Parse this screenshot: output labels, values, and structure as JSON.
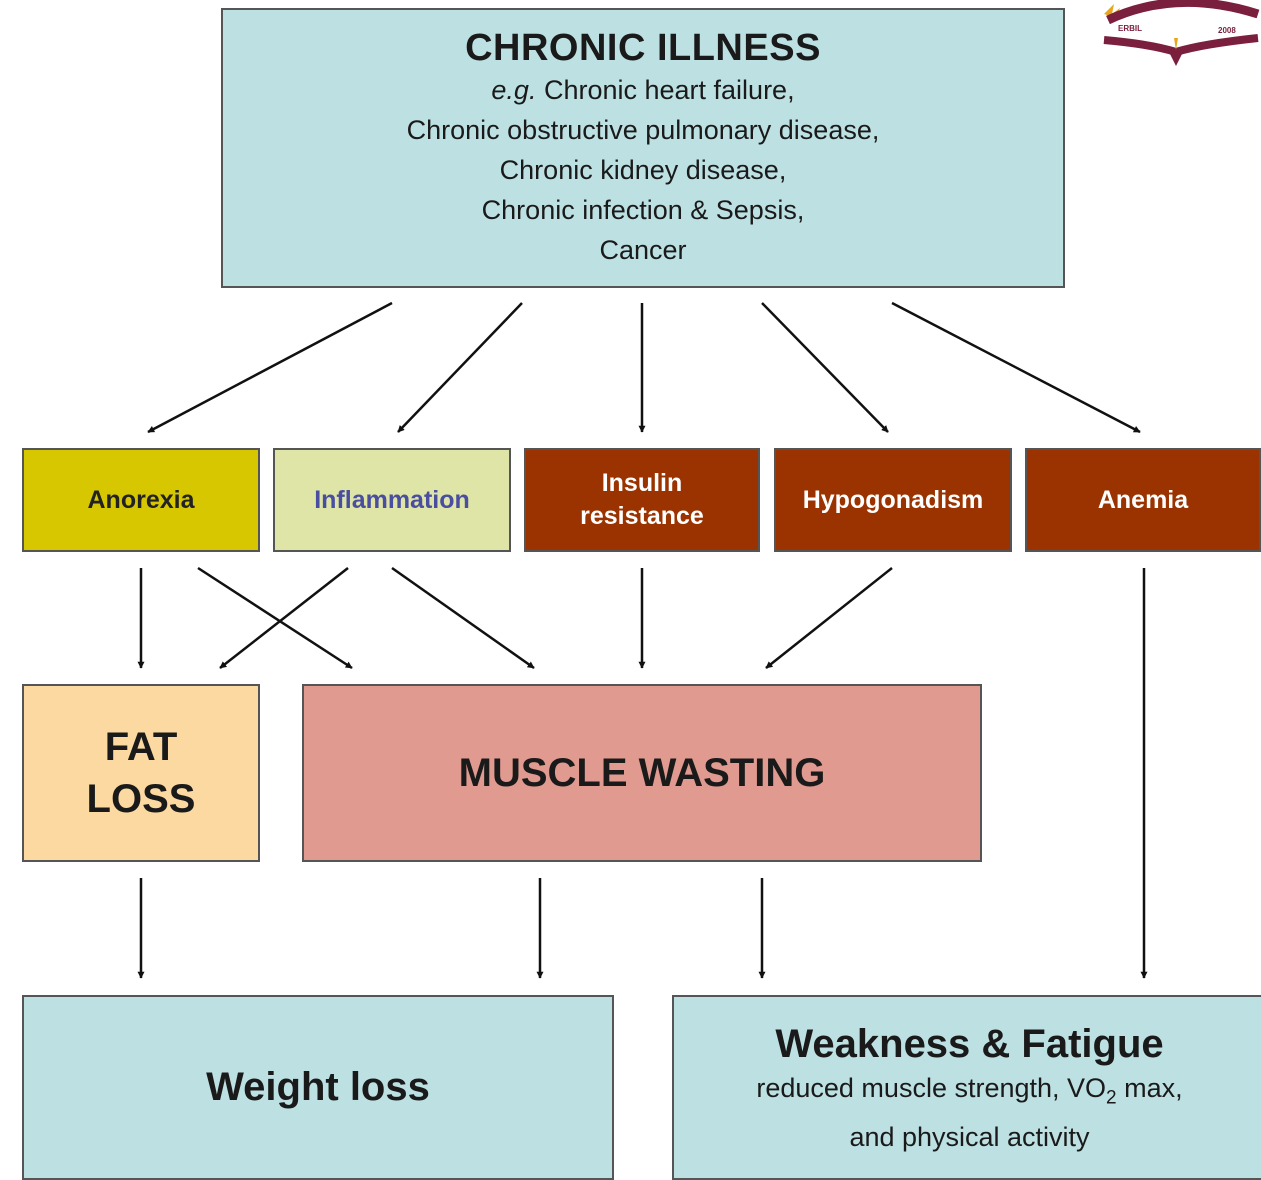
{
  "top": {
    "title": "CHRONIC ILLNESS",
    "eg_prefix": "e.g.",
    "line1_rest": " Chronic heart failure,",
    "line2": "Chronic obstructive pulmonary disease,",
    "line3": "Chronic kidney disease,",
    "line4": "Chronic infection & Sepsis,",
    "line5": "Cancer"
  },
  "mechanisms": {
    "anorexia": "Anorexia",
    "inflammation": "Inflammation",
    "insulin_line1": "Insulin",
    "insulin_line2": "resistance",
    "hypogonadism": "Hypogonadism",
    "anemia": "Anemia"
  },
  "outcomes": {
    "fat_line1": "FAT",
    "fat_line2": "LOSS",
    "muscle": "MUSCLE WASTING"
  },
  "results": {
    "weight_loss": "Weight loss",
    "weakness_title": "Weakness & Fatigue",
    "weakness_line1_pre": "reduced muscle strength, VO",
    "weakness_line1_sub": "2",
    "weakness_line1_post": " max,",
    "weakness_line2": "and physical activity"
  },
  "logo": {
    "left_text": "ERBIL",
    "right_text": "2008"
  },
  "colors": {
    "top_box": "#bde0e3",
    "anorexia": "#d6c700",
    "inflammation": "#dfe5a6",
    "dark_red": "#9a3300",
    "fat_loss": "#fbd9a1",
    "muscle_wasting": "#e09a8f",
    "logo_maroon": "#7a1f3d",
    "logo_gold": "#e8a51e"
  }
}
